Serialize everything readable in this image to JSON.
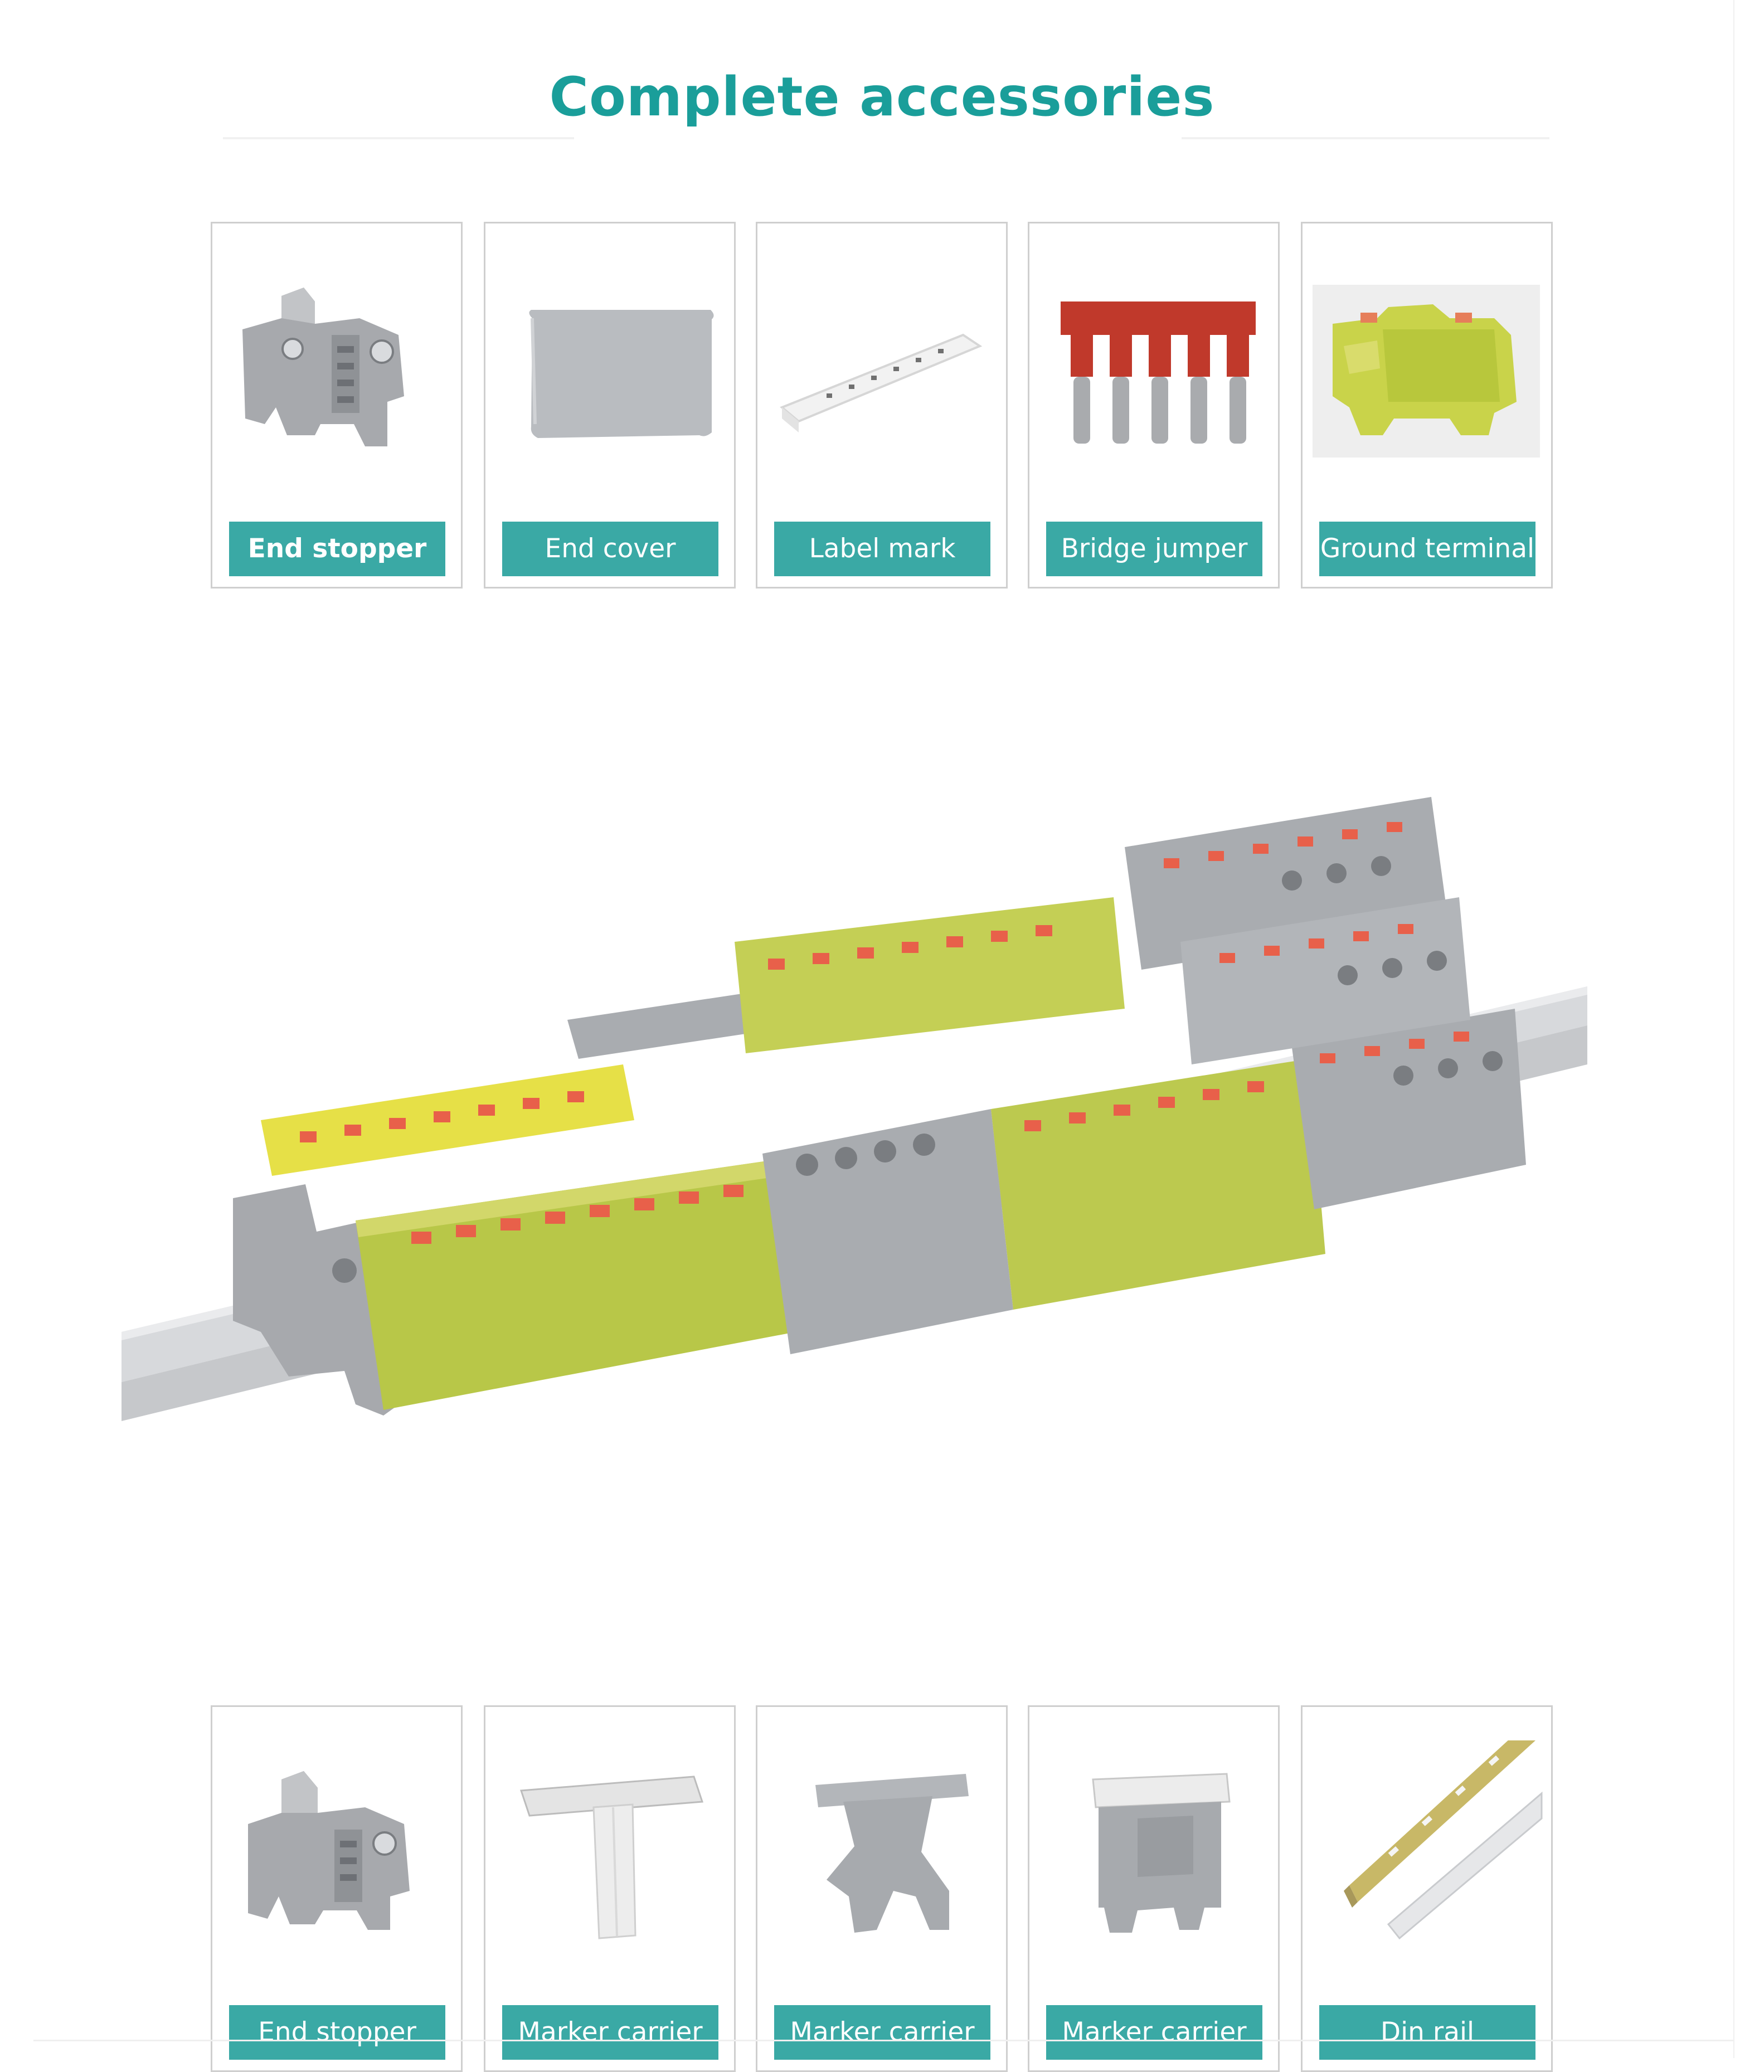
{
  "title": "Complete accessories",
  "accent_color": "#1a9e9a",
  "label_color": "#3aa9a5",
  "top_row": [
    {
      "label": "End stopper",
      "icon": "end-stopper-icon"
    },
    {
      "label": "End cover",
      "icon": "end-cover-icon"
    },
    {
      "label": "Label mark",
      "icon": "label-mark-icon"
    },
    {
      "label": "Bridge jumper",
      "icon": "bridge-jumper-icon"
    },
    {
      "label": "Ground terminal",
      "icon": "ground-terminal-icon"
    }
  ],
  "bottom_row": [
    {
      "label": "End stopper",
      "icon": "end-stopper-icon"
    },
    {
      "label": "Marker carrier",
      "icon": "marker-carrier-icon"
    },
    {
      "label": "Marker carrier",
      "icon": "marker-carrier-icon"
    },
    {
      "label": "Marker carrier",
      "icon": "marker-carrier-icon"
    },
    {
      "label": "Din rail",
      "icon": "din-rail-icon"
    }
  ]
}
